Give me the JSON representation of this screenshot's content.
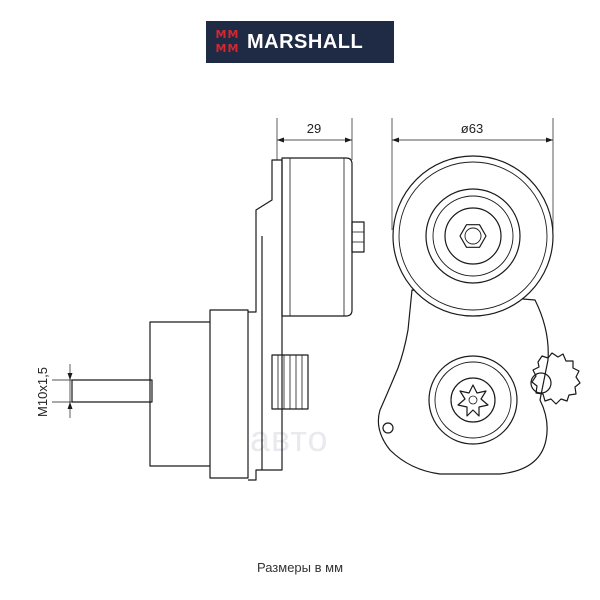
{
  "brand": {
    "name": "MARSHALL",
    "mark_glyphs": [
      "M",
      "M",
      "M",
      "M"
    ],
    "colors": {
      "background": "#1f2a44",
      "text": "#ffffff",
      "mark": "#d7262e"
    }
  },
  "dimensions": {
    "pulley_width": "29",
    "pulley_diameter": "ø63",
    "thread": "M10x1,5"
  },
  "caption": "Размеры в мм",
  "watermark": "авто"
}
